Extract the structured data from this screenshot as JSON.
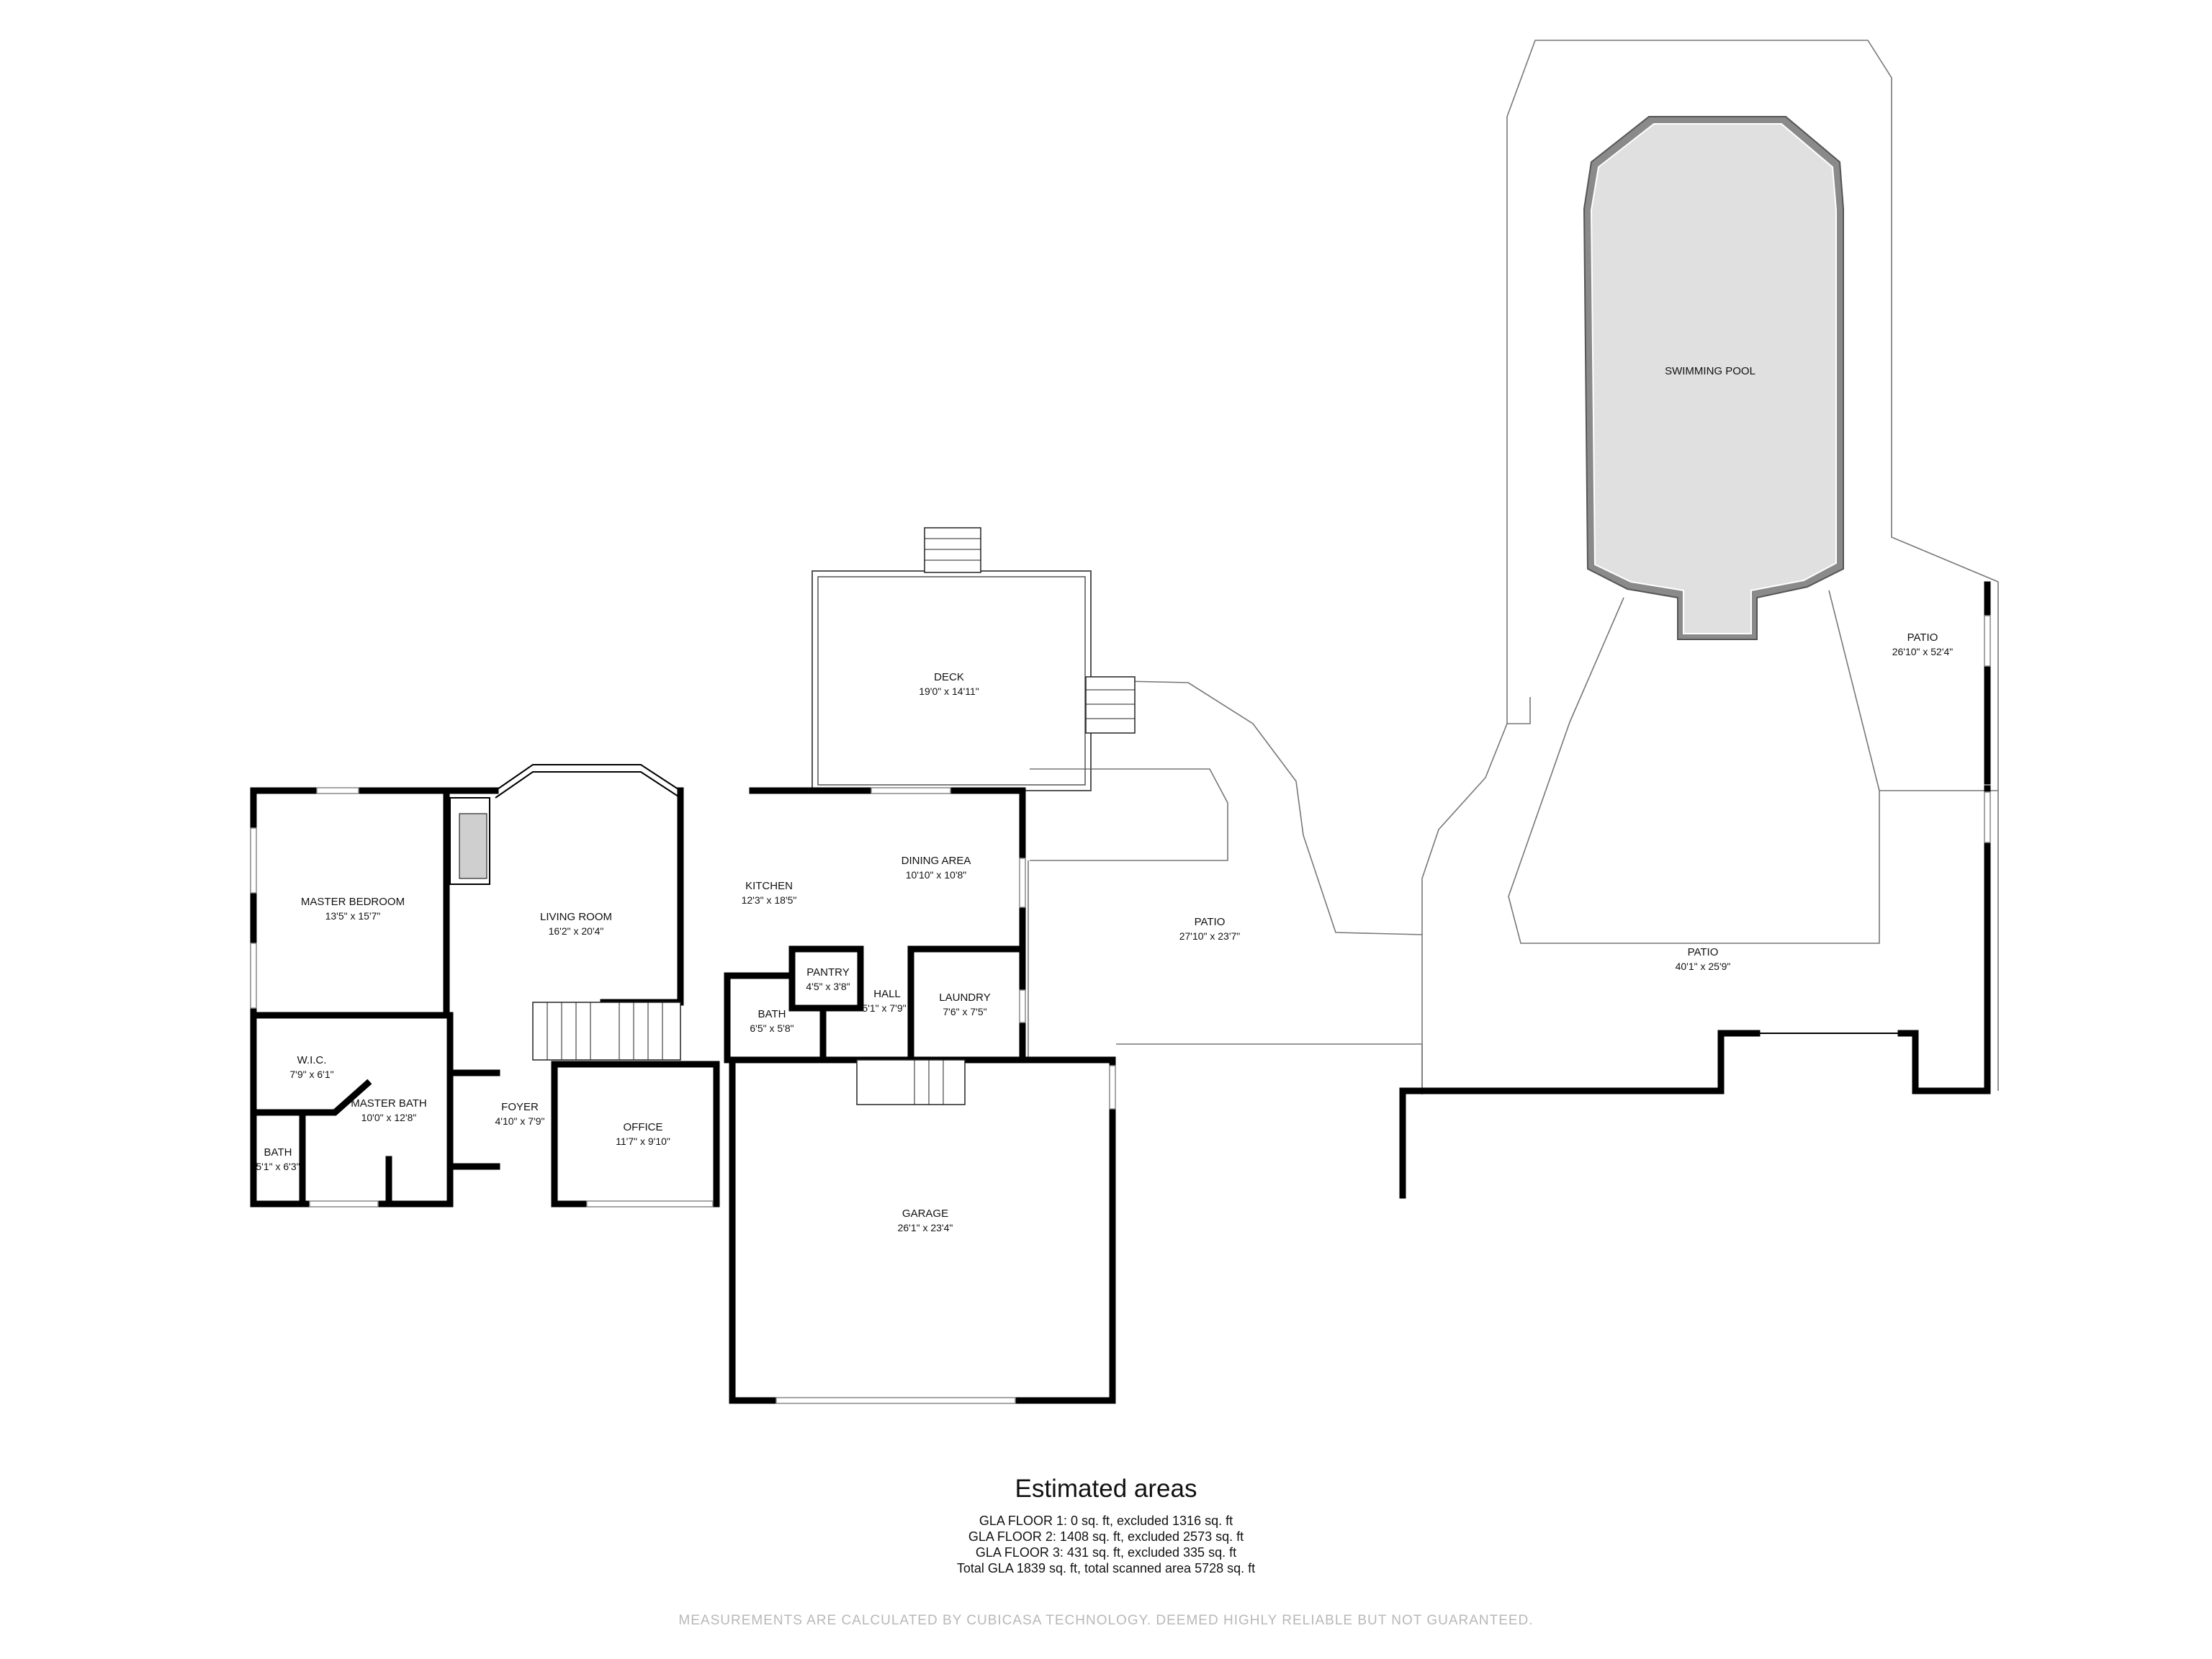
{
  "rooms": {
    "swimming_pool": {
      "name": "SWIMMING POOL",
      "dim": ""
    },
    "deck": {
      "name": "DECK",
      "dim": "19'0\" x 14'11\""
    },
    "patio_right": {
      "name": "PATIO",
      "dim": "26'10\" x 52'4\""
    },
    "patio_center": {
      "name": "PATIO",
      "dim": "27'10\" x 23'7\""
    },
    "patio_big": {
      "name": "PATIO",
      "dim": "40'1\" x 25'9\""
    },
    "master_bedroom": {
      "name": "MASTER BEDROOM",
      "dim": "13'5\" x 15'7\""
    },
    "living_room": {
      "name": "LIVING ROOM",
      "dim": "16'2\" x 20'4\""
    },
    "kitchen": {
      "name": "KITCHEN",
      "dim": "12'3\" x 18'5\""
    },
    "dining_area": {
      "name": "DINING AREA",
      "dim": "10'10\" x 10'8\""
    },
    "pantry": {
      "name": "PANTRY",
      "dim": "4'5\" x 3'8\""
    },
    "hall": {
      "name": "HALL",
      "dim": "5'1\" x 7'9\""
    },
    "laundry": {
      "name": "LAUNDRY",
      "dim": "7'6\" x 7'5\""
    },
    "bath_center": {
      "name": "BATH",
      "dim": "6'5\" x 5'8\""
    },
    "wic": {
      "name": "W.I.C.",
      "dim": "7'9\" x 6'1\""
    },
    "master_bath": {
      "name": "MASTER BATH",
      "dim": "10'0\" x 12'8\""
    },
    "bath_left": {
      "name": "BATH",
      "dim": "5'1\" x 6'3\""
    },
    "foyer": {
      "name": "FOYER",
      "dim": "4'10\" x 7'9\""
    },
    "office": {
      "name": "OFFICE",
      "dim": "11'7\" x 9'10\""
    },
    "garage": {
      "name": "GARAGE",
      "dim": "26'1\" x 23'4\""
    }
  },
  "summary": {
    "title": "Estimated areas",
    "lines": [
      "GLA FLOOR 1: 0 sq. ft, excluded 1316 sq. ft",
      "GLA FLOOR 2: 1408 sq. ft, excluded 2573 sq. ft",
      "GLA FLOOR 3: 431 sq. ft, excluded 335 sq. ft",
      "Total GLA 1839 sq. ft, total scanned area 5728 sq. ft"
    ]
  },
  "disclaimer": "MEASUREMENTS ARE CALCULATED BY CUBICASA TECHNOLOGY. DEEMED HIGHLY RELIABLE BUT NOT GUARANTEED.",
  "colors": {
    "wall": "#000000",
    "outline": "#777777",
    "pool_fill": "#e0e0e0",
    "disclaimer": "#b8b8b8"
  }
}
